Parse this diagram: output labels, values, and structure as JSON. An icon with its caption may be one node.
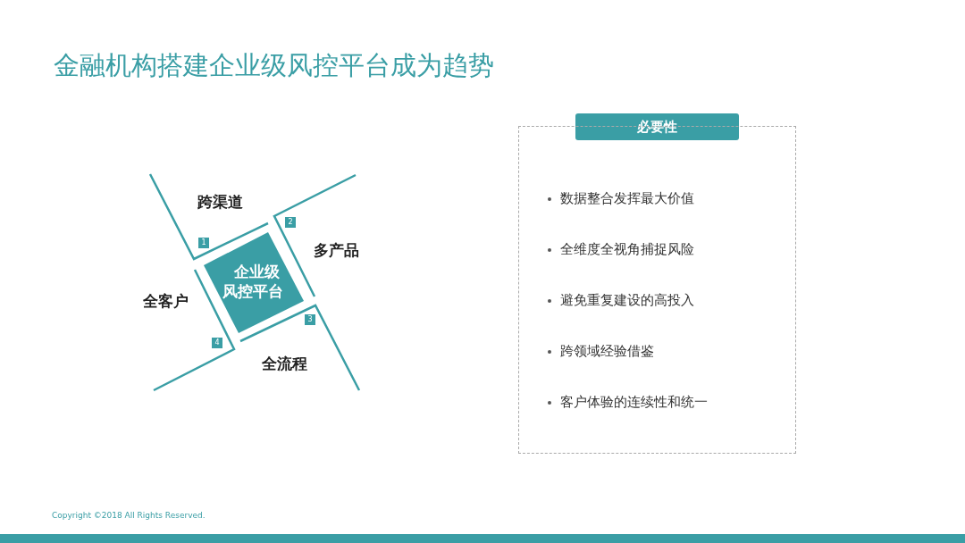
{
  "diagram": {
    "title": "金融机构搭建企业级风控平台成为趋势",
    "nodes": [
      {
        "text": [
          "企业级风控平台"
        ]
      },
      {
        "text": [
          "1"
        ]
      },
      {
        "text": [
          "2"
        ]
      },
      {
        "text": [
          "3"
        ]
      },
      {
        "text": [
          "4"
        ]
      },
      {
        "text": [
          "必要性"
        ]
      },
      {
        "text": [
          "数据整合发挥最大价值",
          "全维度全视角捕捉风险",
          "避免重复建设的高投入",
          "跨领域经验借鉴",
          "客户体验的连续性和统一"
        ]
      }
    ],
    "edges": [],
    "labels": [
      "跨渠道",
      "多产品",
      "全客户",
      "全流程",
      "Copyright ©2018 All Rights Reserved."
    ]
  }
}
